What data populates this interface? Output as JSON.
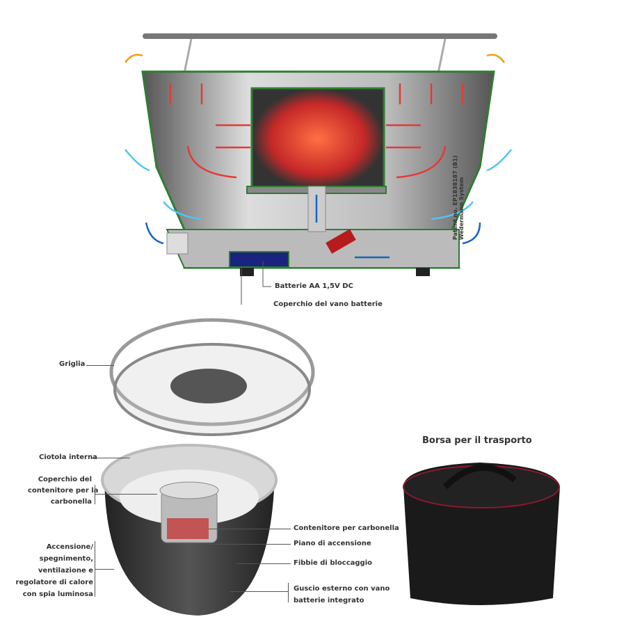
{
  "cross_section": {
    "battery_label": "Batterie AA 1,5V DC",
    "cover_label": "Coperchio del vano batterie",
    "patent": "Patent no. EP1838187 (B1)",
    "system": "Wedermann System"
  },
  "parts": {
    "grill": "Griglia",
    "inner_bowl": "Ciotola interna",
    "container_lid": [
      "Coperchio del",
      "contenitore per la",
      "carbonella"
    ],
    "switch": [
      "Accensione/",
      "spegnimento,",
      "ventilazione e",
      "regolatore di calore",
      "con spia luminosa"
    ],
    "charcoal_container": "Contenitore per carbonella",
    "ignition_plate": "Piano di accensione",
    "locking_clips": "Fibbie di bloccaggio",
    "outer_shell": [
      "Guscio esterno con vano",
      "batterie integrato"
    ]
  },
  "bag": {
    "title": "Borsa per il trasporto"
  },
  "colors": {
    "frame": "#2e7d32",
    "hot": "#e53935",
    "cool": "#4fc3f7",
    "air": "#1565c0",
    "orange": "#f39c12"
  }
}
